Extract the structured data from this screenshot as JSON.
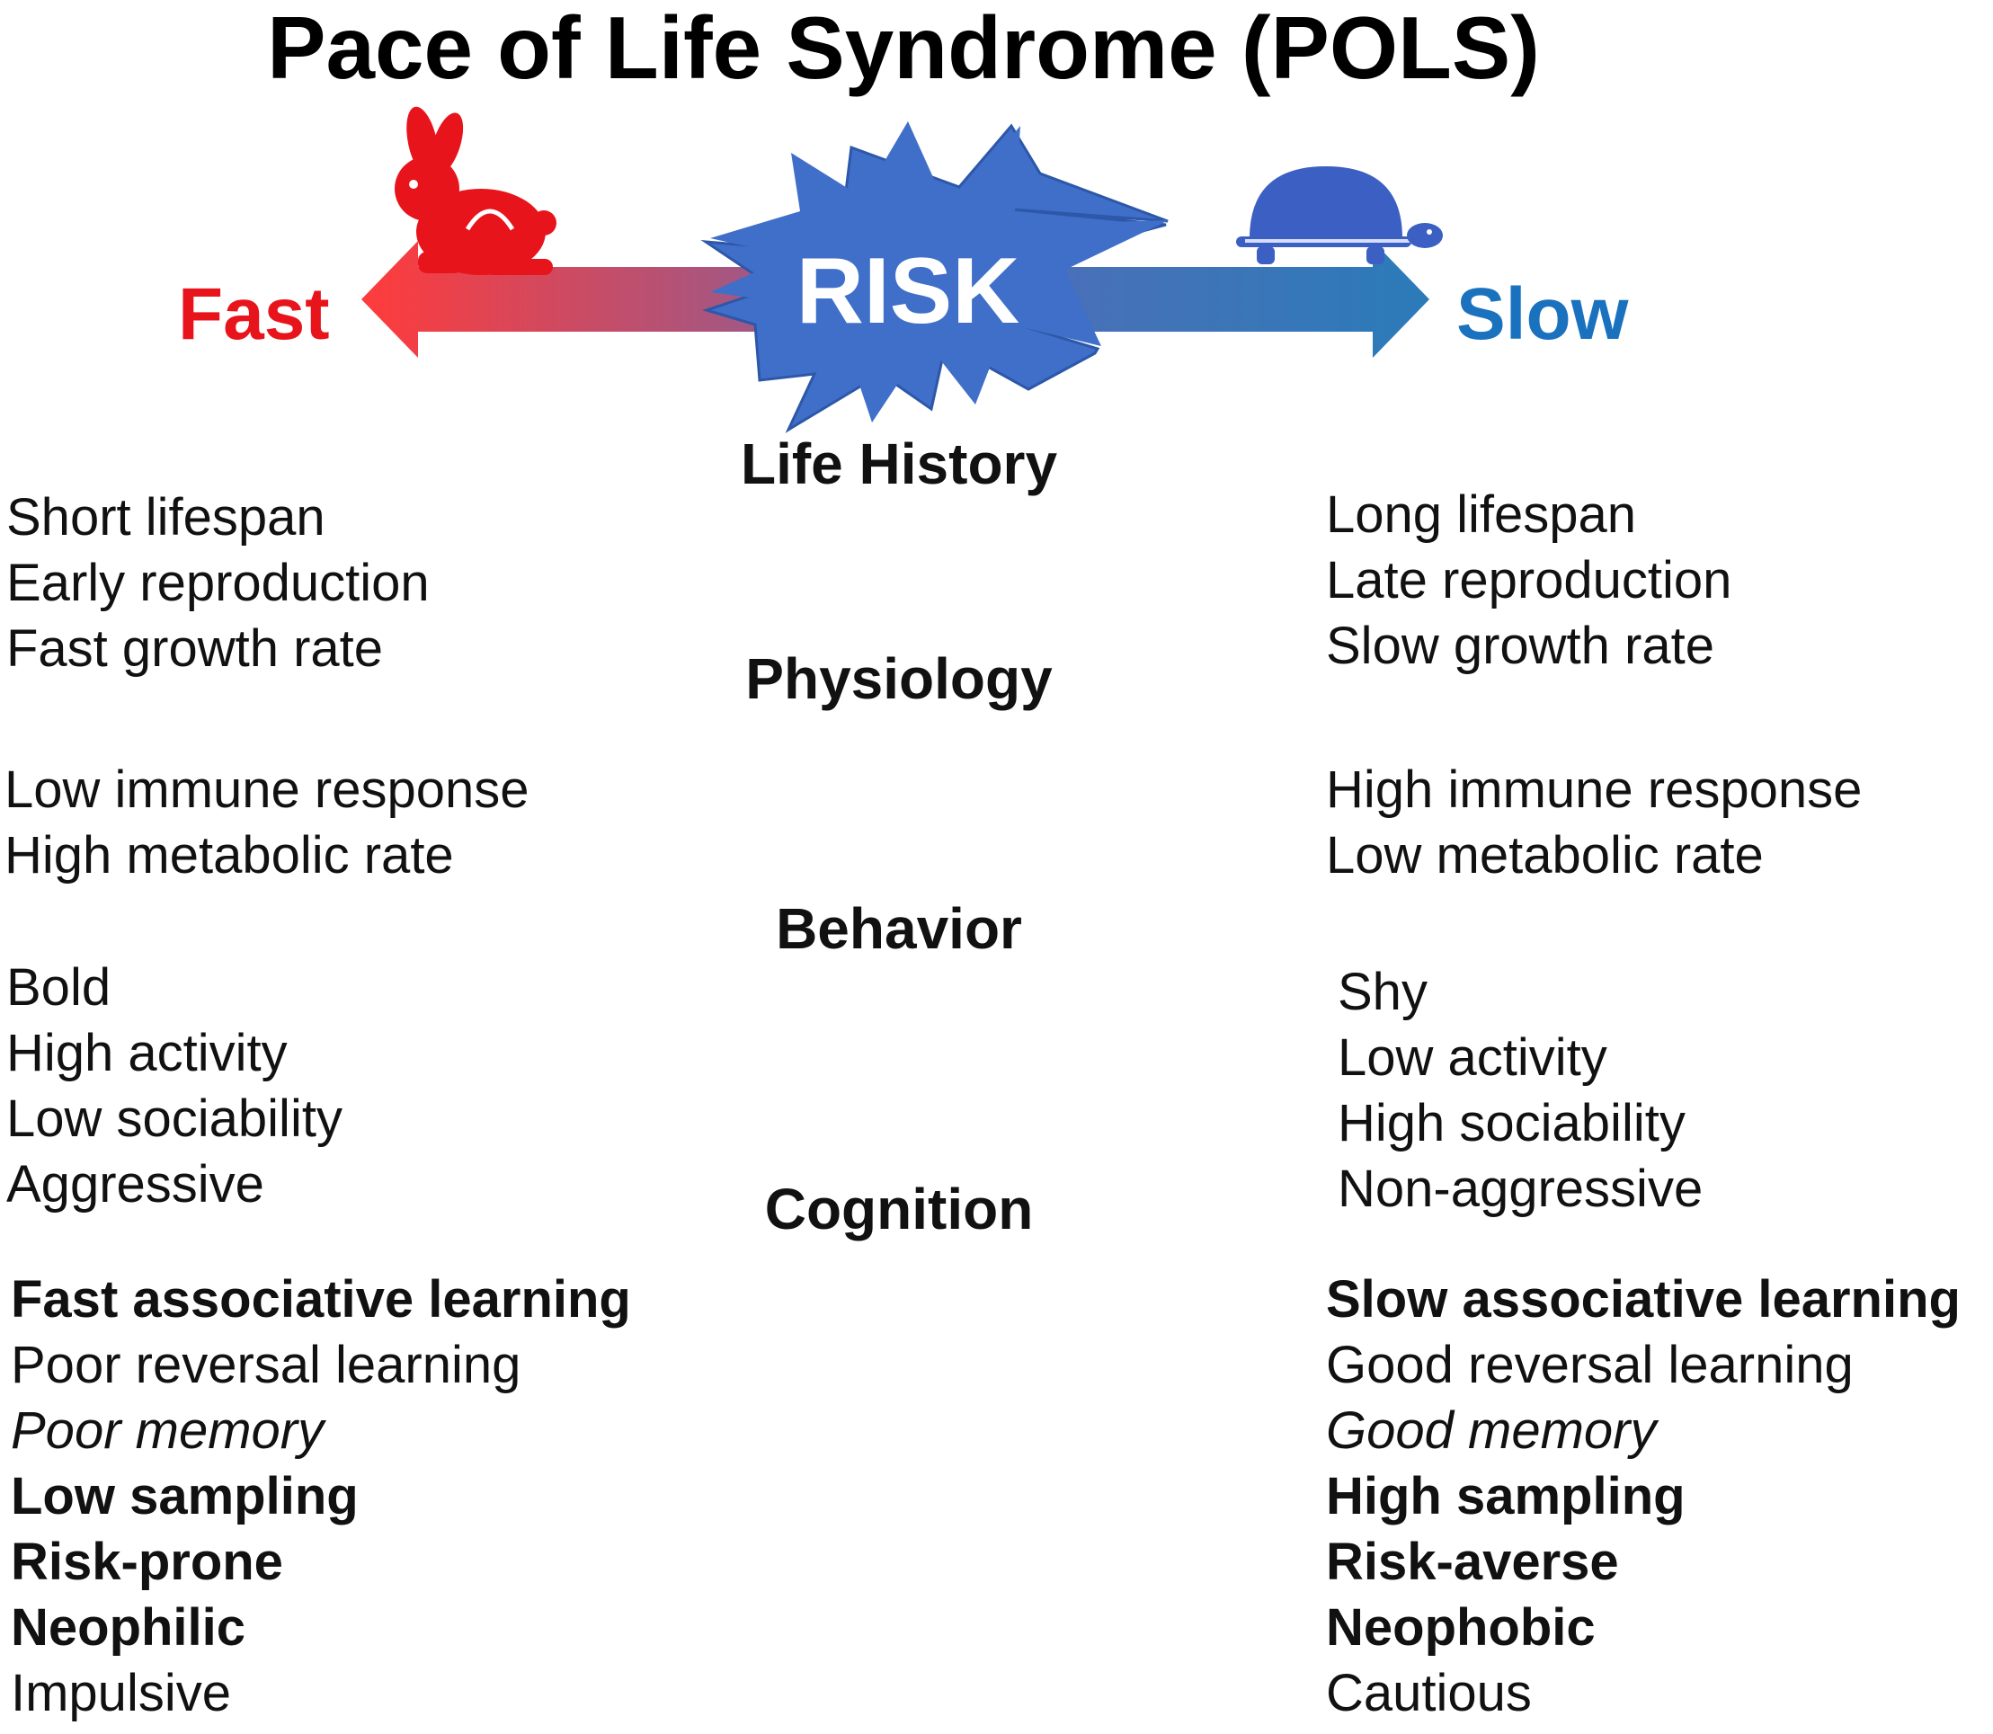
{
  "title": "Pace of Life Syndrome (POLS)",
  "axis": {
    "fast_label": "Fast",
    "slow_label": "Slow",
    "center_label": "RISK",
    "fast_icon": "rabbit-icon",
    "slow_icon": "turtle-icon"
  },
  "colors": {
    "fast": "#e8141b",
    "slow": "#1a72bf",
    "burst": "#3f6fc9",
    "arrow_fast": "#ff3b3b",
    "arrow_slow": "#2b7bb9"
  },
  "sections": {
    "life_history": "Life History",
    "physiology": "Physiology",
    "behavior": "Behavior",
    "cognition": "Cognition"
  },
  "fast": {
    "life_history": [
      "Short lifespan",
      "Early reproduction",
      "Fast growth rate"
    ],
    "physiology": [
      "Low immune response",
      "High metabolic rate"
    ],
    "behavior": [
      "Bold",
      "High activity",
      "Low sociability",
      "Aggressive"
    ],
    "cognition": [
      {
        "text": "Fast associative learning",
        "style": "bold"
      },
      {
        "text": "Poor reversal learning",
        "style": "normal"
      },
      {
        "text": "Poor memory",
        "style": "italic"
      },
      {
        "text": "Low sampling",
        "style": "bold"
      },
      {
        "text": "Risk-prone",
        "style": "bold"
      },
      {
        "text": "Neophilic",
        "style": "bold"
      },
      {
        "text": "Impulsive",
        "style": "normal"
      }
    ]
  },
  "slow": {
    "life_history": [
      "Long lifespan",
      "Late reproduction",
      "Slow growth rate"
    ],
    "physiology": [
      "High immune response",
      "Low metabolic rate"
    ],
    "behavior": [
      "Shy",
      "Low activity",
      "High sociability",
      "Non-aggressive"
    ],
    "cognition": [
      {
        "text": "Slow associative learning",
        "style": "bold"
      },
      {
        "text": "Good reversal learning",
        "style": "normal"
      },
      {
        "text": "Good memory",
        "style": "italic"
      },
      {
        "text": "High sampling",
        "style": "bold"
      },
      {
        "text": "Risk-averse",
        "style": "bold"
      },
      {
        "text": "Neophobic",
        "style": "bold"
      },
      {
        "text": "Cautious",
        "style": "normal"
      }
    ]
  }
}
